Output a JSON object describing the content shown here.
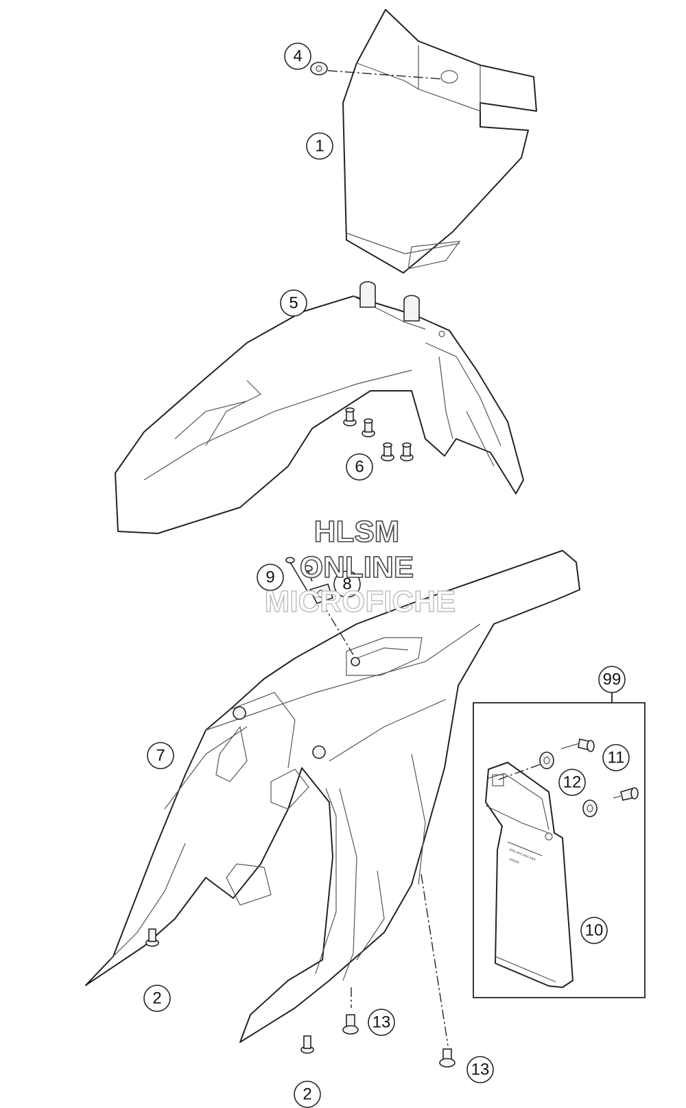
{
  "watermark": {
    "line1": "HLSM",
    "line2": "ONLINE",
    "line3": "MICROFICHE"
  },
  "callouts": [
    "1",
    "2",
    "2",
    "4",
    "5",
    "6",
    "7",
    "8",
    "9",
    "10",
    "11",
    "12",
    "13",
    "13",
    "99"
  ],
  "fender_label": {
    "line1": "xxx.xxx.xxx.xxx",
    "line2": "xxxxx"
  }
}
